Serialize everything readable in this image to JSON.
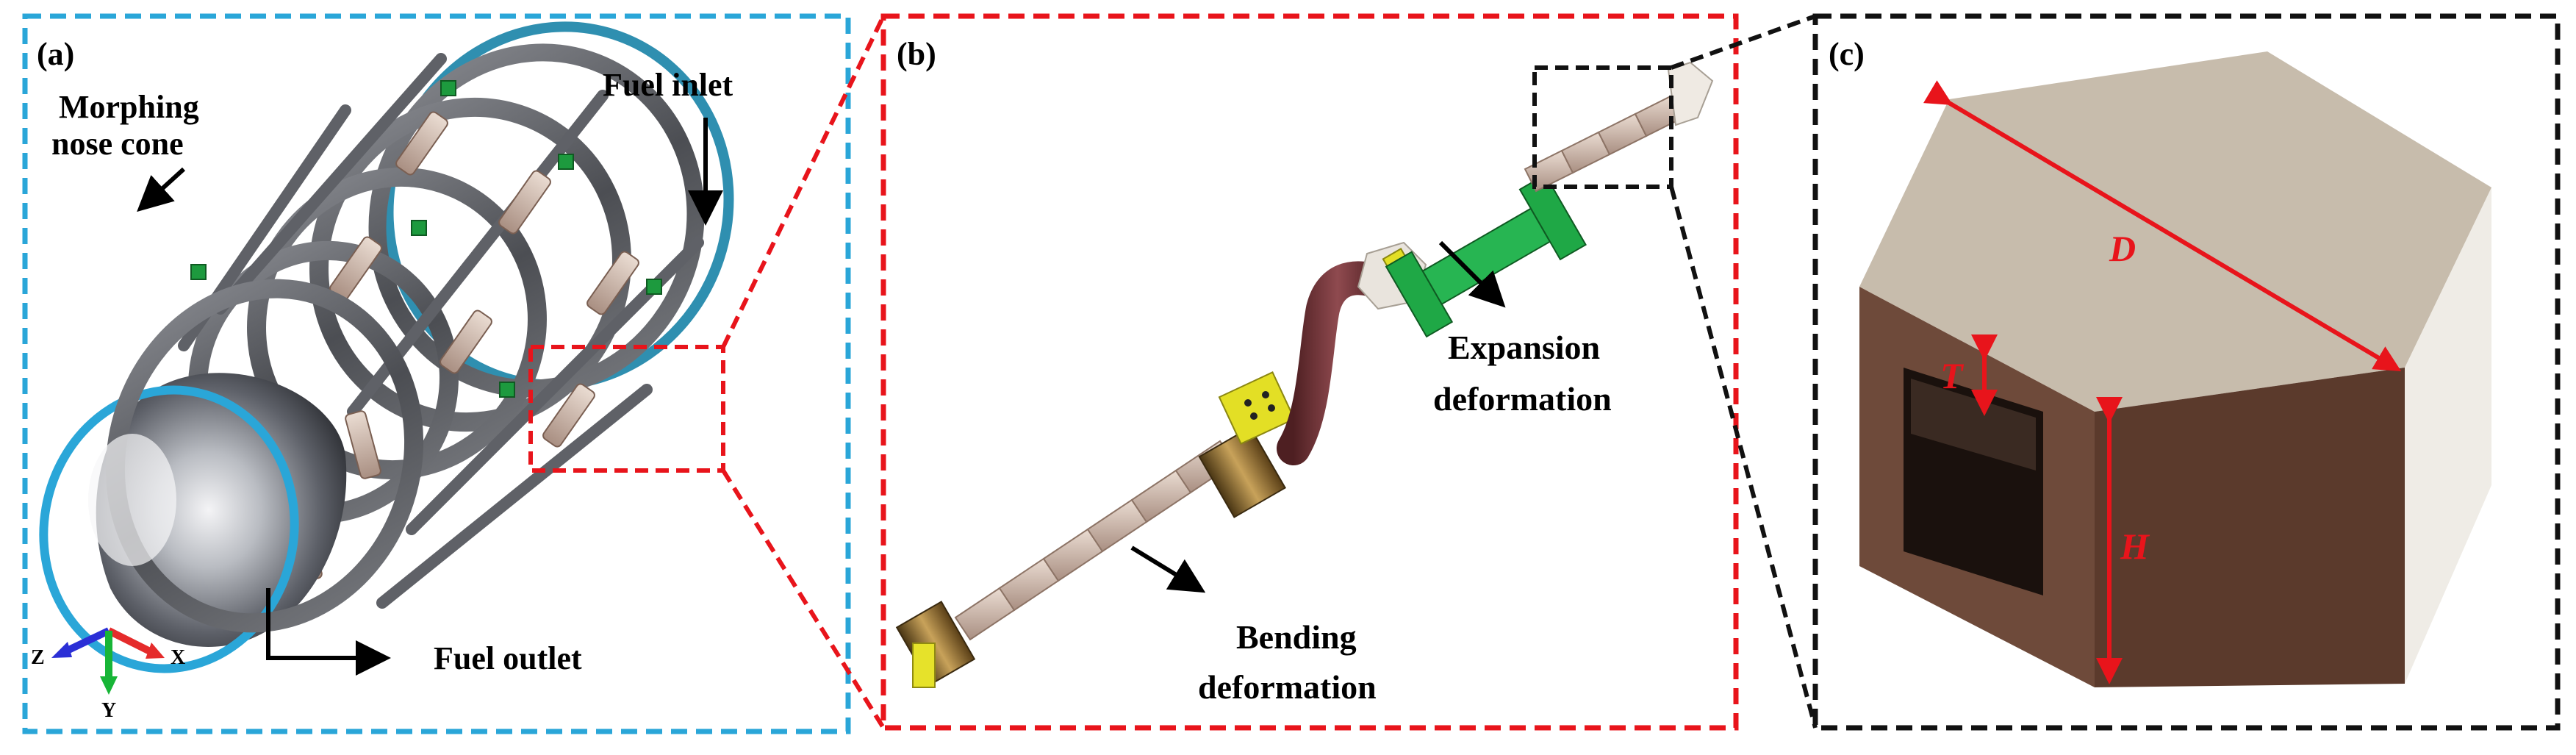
{
  "panels": {
    "a": {
      "tag": "(a)",
      "morphing_line1": "Morphing",
      "morphing_line2": "nose cone",
      "fuel_inlet": "Fuel inlet",
      "fuel_outlet": "Fuel outlet",
      "axis_z": "Z",
      "axis_x": "X",
      "axis_y": "Y"
    },
    "b": {
      "tag": "(b)",
      "expansion_line1": "Expansion",
      "expansion_line2": "deformation",
      "bending_line1": "Bending",
      "bending_line2": "deformation"
    },
    "c": {
      "tag": "(c)",
      "dim_D": "D",
      "dim_T": "T",
      "dim_H": "H"
    }
  },
  "colors": {
    "panel_a_border": "#2aa6d8",
    "panel_b_border": "#e8141b",
    "panel_c_border": "#111111",
    "dimension": "#e8141b",
    "hex_top": "#c7bcac",
    "hex_front": "#5b3a2c",
    "hex_right": "#efece6"
  }
}
